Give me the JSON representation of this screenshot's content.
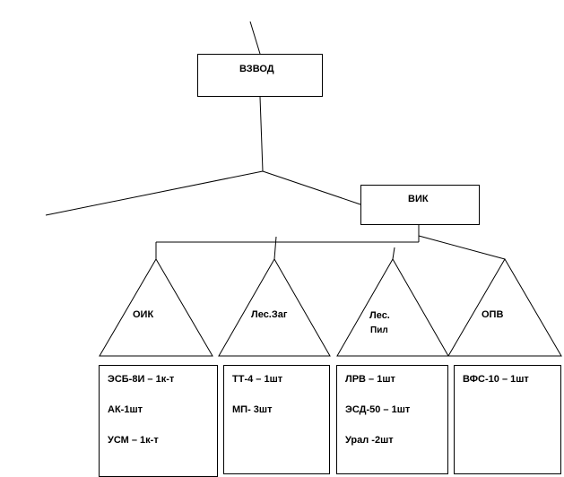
{
  "top_box": {
    "label": "ВЗВОД"
  },
  "mid_box": {
    "label": "ВИК"
  },
  "triangles": [
    {
      "label": "ОИК"
    },
    {
      "label": "Лес.Заг"
    },
    {
      "label_line1": "Лес.",
      "label_line2": "Пил"
    },
    {
      "label": "ОПВ"
    }
  ],
  "equipment_boxes": [
    {
      "lines": [
        "ЭСБ-8И – 1к-т",
        "АК-1шт",
        "УСМ – 1к-т"
      ]
    },
    {
      "lines": [
        "ТТ-4 – 1шт",
        "МП- 3шт"
      ]
    },
    {
      "lines": [
        "ЛРВ – 1шт",
        "ЭСД-50 – 1шт",
        "Урал -2шт"
      ]
    },
    {
      "lines": [
        "ВФС-10 – 1шт"
      ]
    }
  ]
}
